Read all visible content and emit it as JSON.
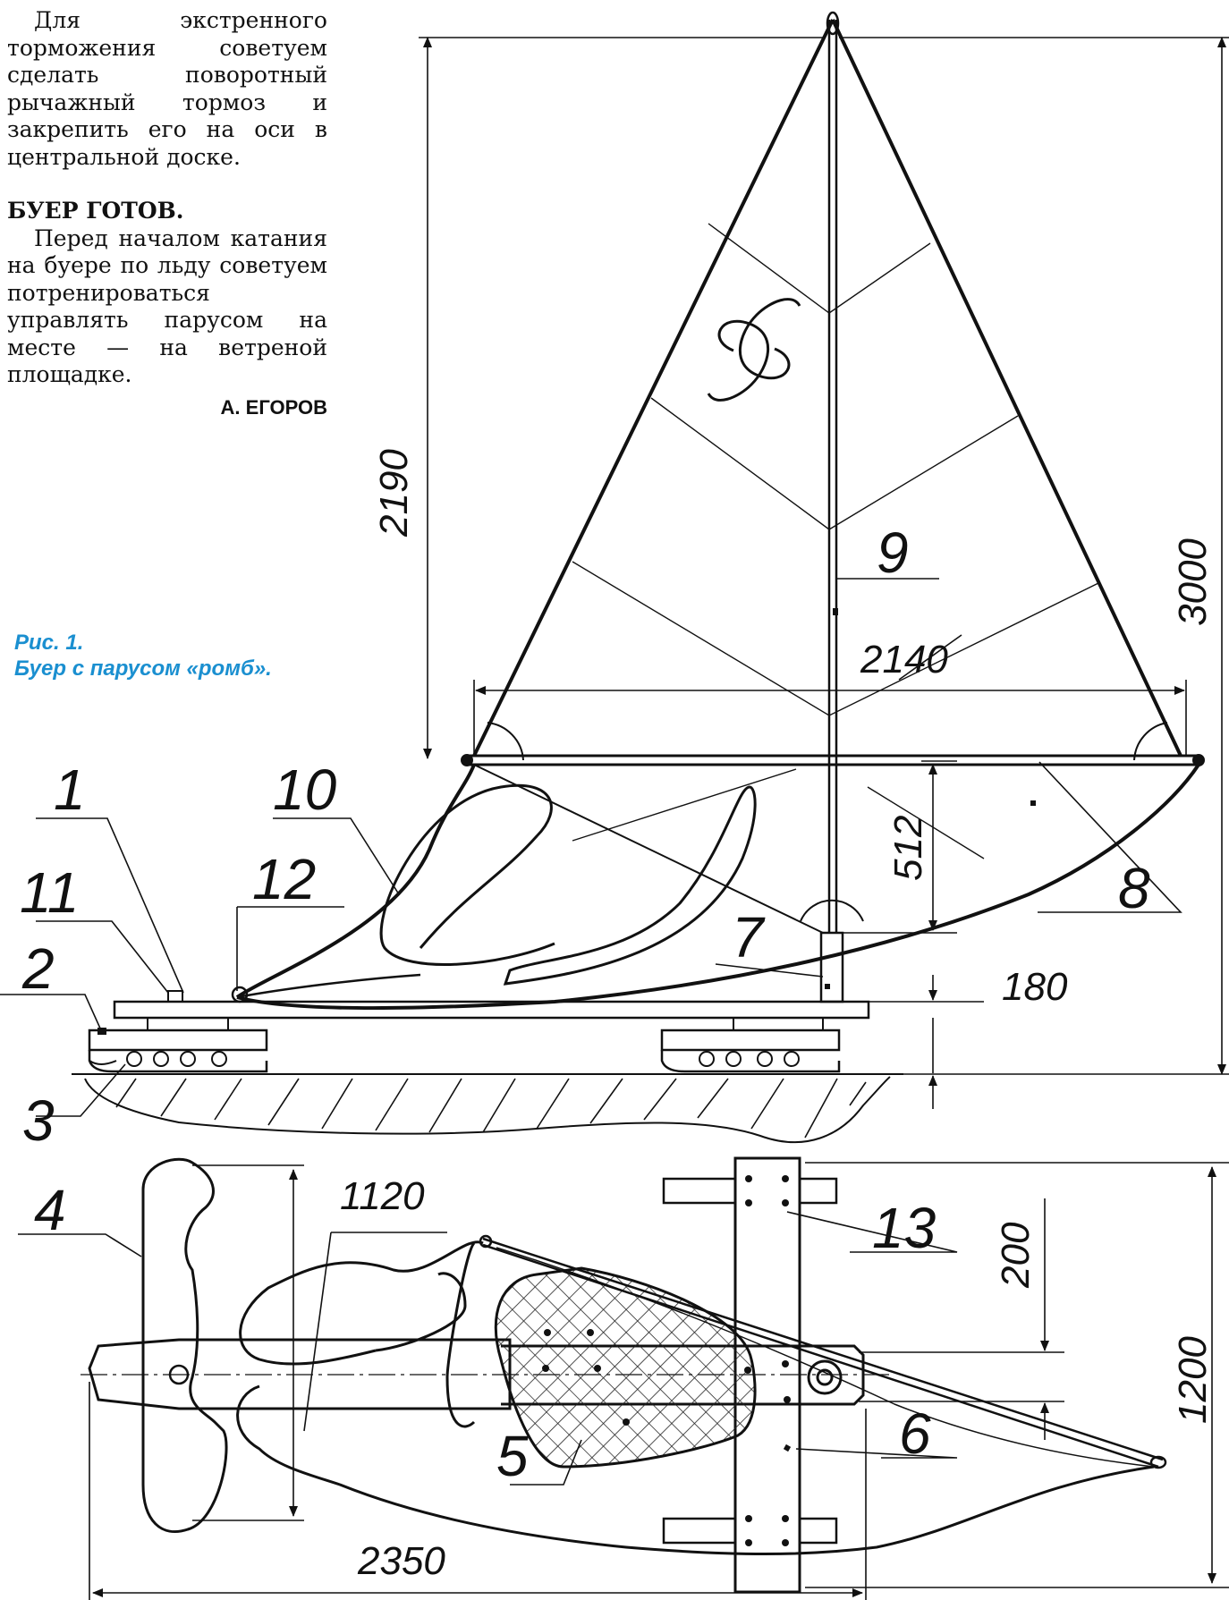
{
  "article": {
    "paragraph1": "Для экстренного торможения советуем сделать поворотный рычажный тормоз и закрепить его на оси в центральной доске.",
    "heading": "БУЕР ГОТОВ.",
    "paragraph2": "Перед началом катания на буере по льду советуем потренироваться управлять парусом на месте — на ветреной площадке.",
    "author": "А. ЕГОРОВ"
  },
  "caption": {
    "line1": "Рис. 1.",
    "line2": "Буер с парусом «ромб».",
    "color": "#1a8fd0"
  },
  "dimensions": {
    "sail_height": "2190",
    "total_height": "3000",
    "boom_length": "2140",
    "boom_height": "512",
    "deck_height": "180",
    "seat_offset": "1120",
    "runner_offset": "200",
    "track_width": "1200",
    "overall_length": "2350"
  },
  "callouts": [
    "1",
    "2",
    "3",
    "4",
    "5",
    "6",
    "7",
    "8",
    "9",
    "10",
    "11",
    "12",
    "13"
  ]
}
